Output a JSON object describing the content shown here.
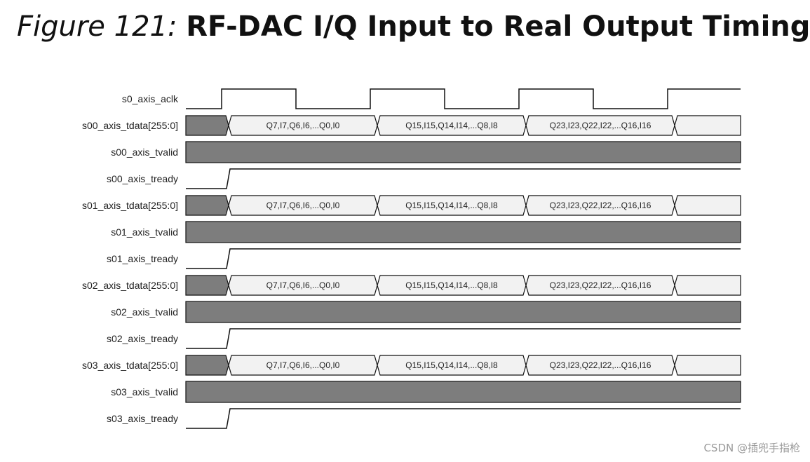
{
  "title": {
    "figure_label": "Figure 121:",
    "main": "RF-DAC I/Q Input to Real Output Timing"
  },
  "watermark": "CSDN @插兜手指枪",
  "colors": {
    "line": "#111111",
    "bus_fill": "#f2f2f2",
    "unknown_fill": "#7d7d7d",
    "valid_fill": "#7d7d7d"
  },
  "clock": {
    "name": "s0_axis_aclk",
    "initial_level": "low",
    "half_periods": 8
  },
  "groups": [
    {
      "tdata": {
        "name": "s00_axis_tdata[255:0]",
        "segments": [
          "",
          "Q7,I7,Q6,I6,...Q0,I0",
          "Q15,I15,Q14,I14,...Q8,I8",
          "Q23,I23,Q22,I22,...Q16,I16",
          ""
        ]
      },
      "tvalid": {
        "name": "s00_axis_tvalid"
      },
      "tready": {
        "name": "s00_axis_tready"
      }
    },
    {
      "tdata": {
        "name": "s01_axis_tdata[255:0]",
        "segments": [
          "",
          "Q7,I7,Q6,I6,...Q0,I0",
          "Q15,I15,Q14,I14,...Q8,I8",
          "Q23,I23,Q22,I22,...Q16,I16",
          ""
        ]
      },
      "tvalid": {
        "name": "s01_axis_tvalid"
      },
      "tready": {
        "name": "s01_axis_tready"
      }
    },
    {
      "tdata": {
        "name": "s02_axis_tdata[255:0]",
        "segments": [
          "",
          "Q7,I7,Q6,I6,...Q0,I0",
          "Q15,I15,Q14,I14,...Q8,I8",
          "Q23,I23,Q22,I22,...Q16,I16",
          ""
        ]
      },
      "tvalid": {
        "name": "s02_axis_tvalid"
      },
      "tready": {
        "name": "s02_axis_tready"
      }
    },
    {
      "tdata": {
        "name": "s03_axis_tdata[255:0]",
        "segments": [
          "",
          "Q7,I7,Q6,I6,...Q0,I0",
          "Q15,I15,Q14,I14,...Q8,I8",
          "Q23,I23,Q22,I22,...Q16,I16",
          ""
        ]
      },
      "tvalid": {
        "name": "s03_axis_tvalid"
      },
      "tready": {
        "name": "s03_axis_tready"
      }
    }
  ]
}
